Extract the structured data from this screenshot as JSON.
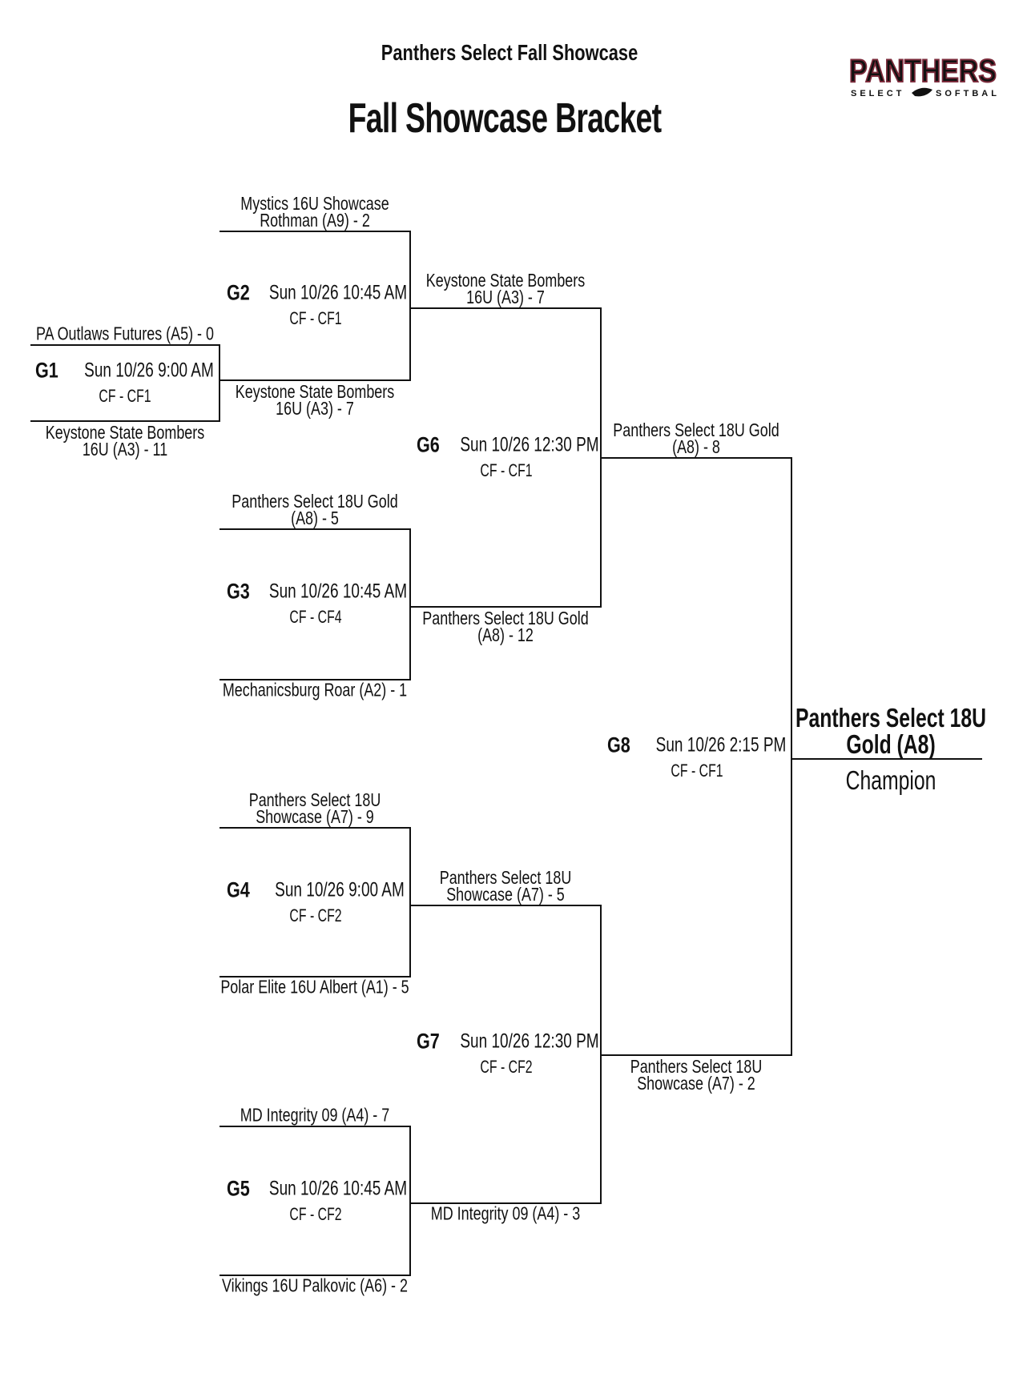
{
  "header": {
    "event_title": "Panthers Select Fall Showcase",
    "bracket_title": "Fall Showcase Bracket",
    "logo_text": "PANTHERS SELECT SOFTBALL",
    "logo_colors": {
      "fill": "#111111",
      "outline": "#7a2a3a"
    }
  },
  "games": [
    {
      "id": "G1",
      "date": "Sun 10/26  9:00 AM",
      "venue": "CF - CF1",
      "top": [
        "PA Outlaws Futures (A5) - 0"
      ],
      "bottom": [
        "Keystone State Bombers",
        "16U (A3) - 11"
      ]
    },
    {
      "id": "G2",
      "date": "Sun 10/26  10:45 AM",
      "venue": "CF - CF1",
      "top": [
        "Mystics 16U Showcase",
        "Rothman (A9) - 2"
      ],
      "bottom": [
        "Keystone State Bombers",
        "16U (A3) - 7"
      ]
    },
    {
      "id": "G3",
      "date": "Sun 10/26  10:45 AM",
      "venue": "CF - CF4",
      "top": [
        "Panthers Select 18U Gold",
        "(A8) - 5"
      ],
      "bottom": [
        "Mechanicsburg Roar (A2) - 1"
      ]
    },
    {
      "id": "G4",
      "date": "Sun 10/26  9:00 AM",
      "venue": "CF - CF2",
      "top": [
        "Panthers Select 18U",
        "Showcase (A7) - 9"
      ],
      "bottom": [
        "Polar Elite 16U Albert (A1) - 5"
      ]
    },
    {
      "id": "G5",
      "date": "Sun 10/26  10:45 AM",
      "venue": "CF - CF2",
      "top": [
        "MD Integrity 09 (A4) - 7"
      ],
      "bottom": [
        "Vikings 16U Palkovic (A6) - 2"
      ]
    },
    {
      "id": "G6",
      "date": "Sun 10/26  12:30 PM",
      "venue": "CF - CF1",
      "top": [
        "Keystone State Bombers",
        "16U (A3) - 7"
      ],
      "bottom": [
        "Panthers Select 18U Gold",
        "(A8) - 12"
      ]
    },
    {
      "id": "G7",
      "date": "Sun 10/26  12:30 PM",
      "venue": "CF - CF2",
      "top": [
        "Panthers Select 18U",
        "Showcase (A7) - 5"
      ],
      "bottom": [
        "MD Integrity 09 (A4) - 3"
      ]
    },
    {
      "id": "G8",
      "date": "Sun 10/26  2:15 PM",
      "venue": "CF - CF1",
      "top": [
        "Panthers Select 18U Gold",
        "(A8) - 8"
      ],
      "bottom": [
        "Panthers Select 18U",
        "Showcase (A7) - 2"
      ]
    }
  ],
  "champion": {
    "name_line1": "Panthers Select 18U",
    "name_line2": "Gold (A8)",
    "label": "Champion"
  }
}
